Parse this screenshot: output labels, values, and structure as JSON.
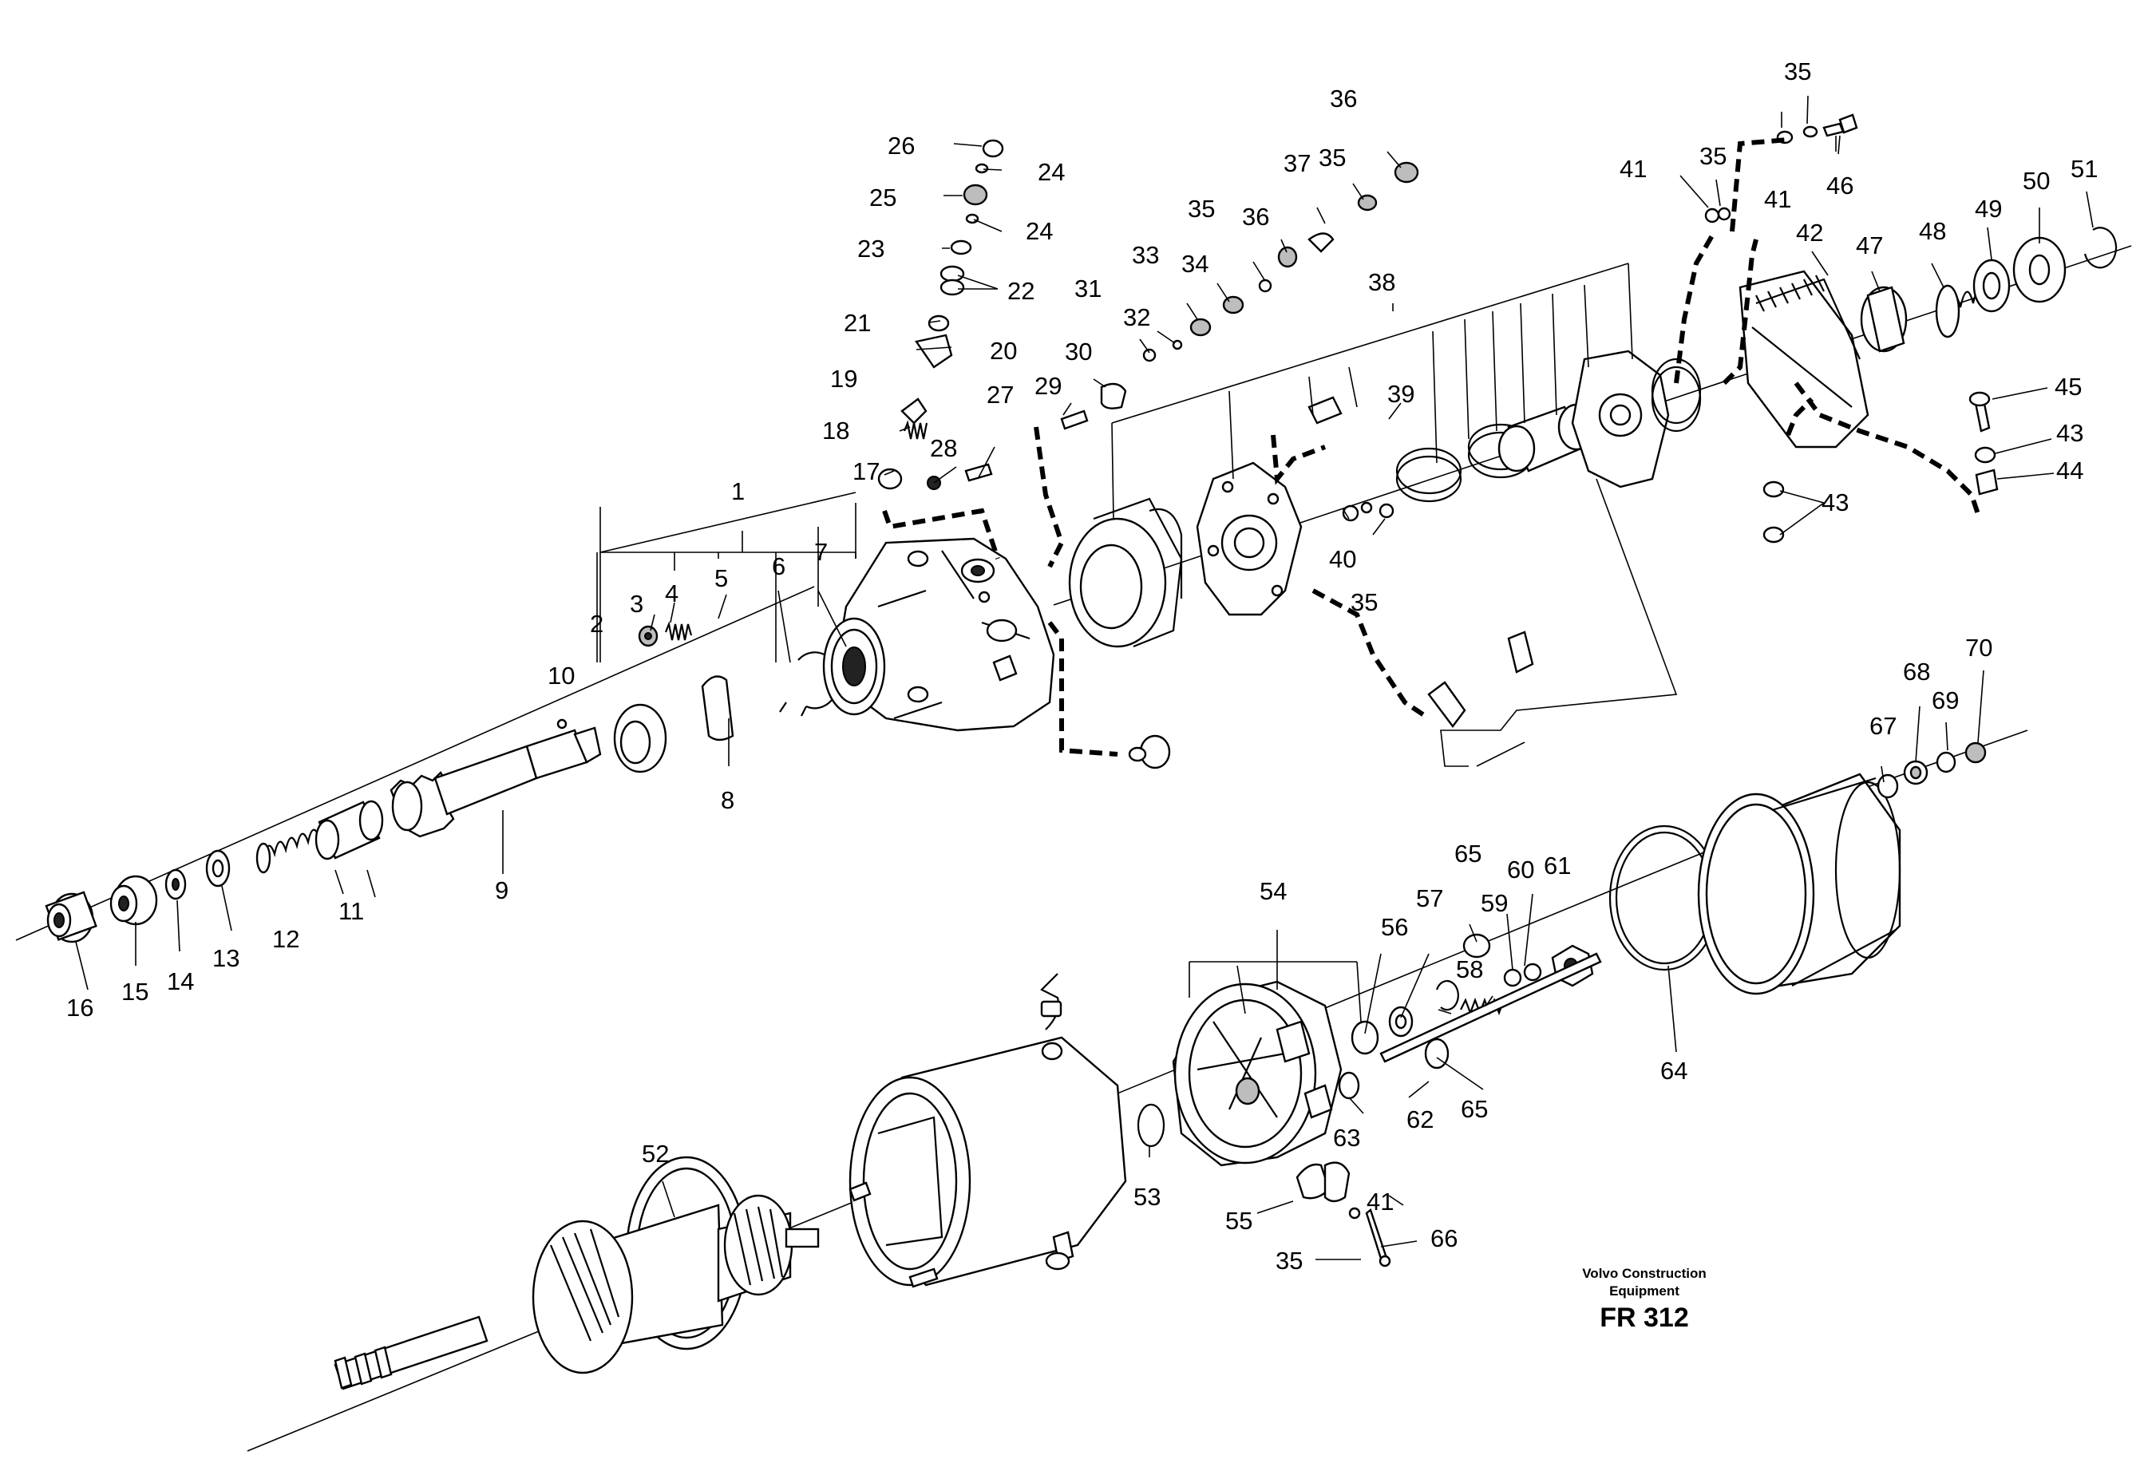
{
  "caption": {
    "line1": "Volvo Construction",
    "line2": "Equipment",
    "code": "FR 312"
  },
  "callouts": [
    "1",
    "2",
    "3",
    "4",
    "5",
    "6",
    "7",
    "8",
    "9",
    "10",
    "11",
    "12",
    "13",
    "14",
    "15",
    "16",
    "17",
    "18",
    "19",
    "20",
    "21",
    "22",
    "23",
    "24",
    "25",
    "26",
    "27",
    "28",
    "29",
    "30",
    "31",
    "32",
    "33",
    "34",
    "35",
    "36",
    "37",
    "38",
    "39",
    "40",
    "41",
    "42",
    "43",
    "44",
    "45",
    "46",
    "47",
    "48",
    "49",
    "50",
    "51",
    "52",
    "53",
    "54",
    "55",
    "56",
    "57",
    "58",
    "59",
    "60",
    "61",
    "62",
    "63",
    "64",
    "65",
    "66",
    "67",
    "68",
    "69",
    "70"
  ]
}
